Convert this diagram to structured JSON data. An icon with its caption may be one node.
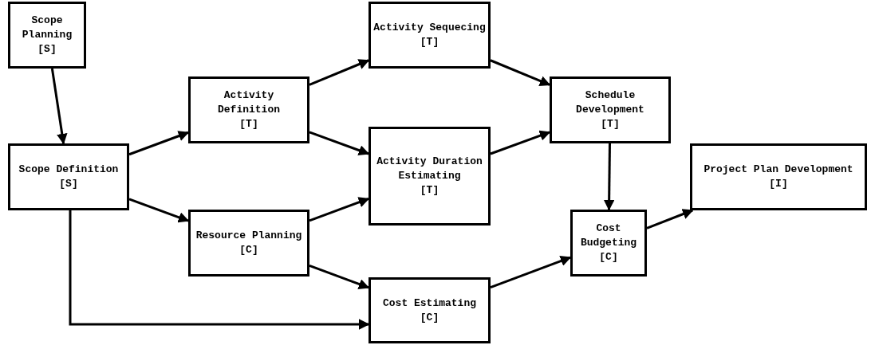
{
  "diagram": {
    "nodes": [
      {
        "text": [
          "Scope Planning",
          "[S]"
        ]
      },
      {
        "text": [
          "Scope Definition",
          "[S]"
        ]
      },
      {
        "text": [
          "Activity Definition",
          "[T]"
        ]
      },
      {
        "text": [
          "Resource Planning",
          "[C]"
        ]
      },
      {
        "text": [
          "Activity Sequecing",
          "[T]"
        ]
      },
      {
        "text": [
          "Activity Duration Estimating",
          "[T]"
        ]
      },
      {
        "text": [
          "Cost Estimating",
          "[C]"
        ]
      },
      {
        "text": [
          "Schedule Development",
          "[T]"
        ]
      },
      {
        "text": [
          "Cost Budgeting",
          "[C]"
        ]
      },
      {
        "text": [
          "Project Plan Development",
          "[I]"
        ]
      }
    ],
    "edges": [
      {
        "from": 0,
        "to": 1,
        "arrow": "to"
      },
      {
        "from": 1,
        "to": 2,
        "arrow": "to"
      },
      {
        "from": 1,
        "to": 3,
        "arrow": "to"
      },
      {
        "from": 1,
        "to": 6,
        "arrow": "to"
      },
      {
        "from": 2,
        "to": 4,
        "arrow": "to"
      },
      {
        "from": 2,
        "to": 5,
        "arrow": "to"
      },
      {
        "from": 3,
        "to": 5,
        "arrow": "to"
      },
      {
        "from": 3,
        "to": 6,
        "arrow": "to"
      },
      {
        "from": 4,
        "to": 7,
        "arrow": "to"
      },
      {
        "from": 5,
        "to": 7,
        "arrow": "to"
      },
      {
        "from": 7,
        "to": 8,
        "arrow": "to"
      },
      {
        "from": 6,
        "to": 8,
        "arrow": "to"
      },
      {
        "from": 8,
        "to": 9,
        "arrow": "to"
      }
    ]
  }
}
